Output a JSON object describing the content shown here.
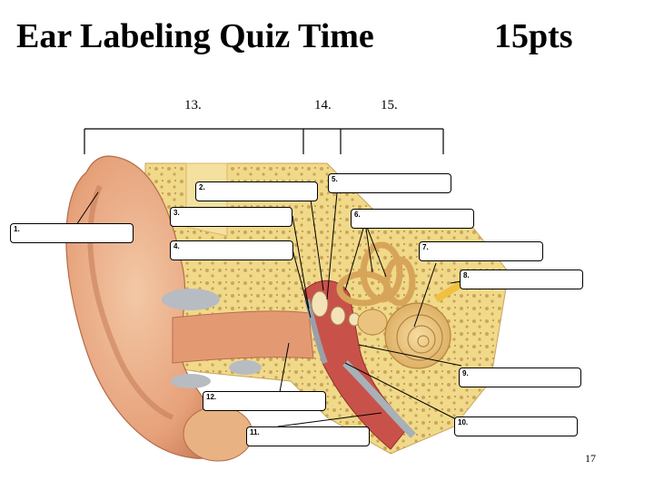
{
  "title": "Ear Labeling Quiz Time",
  "points": "15pts",
  "page_number": "17",
  "section_labels": [
    "13.",
    "14.",
    "15."
  ],
  "label_boxes": [
    "1.",
    "2.",
    "3.",
    "4.",
    "5.",
    "6.",
    "7.",
    "8.",
    "9.",
    "10.",
    "11.",
    "12."
  ],
  "colors": {
    "skin": "#e8a77f",
    "bone": "#f2d77a",
    "cochlea": "#e9c07a",
    "canal_red": "#c8524a",
    "lines": "#000000"
  }
}
